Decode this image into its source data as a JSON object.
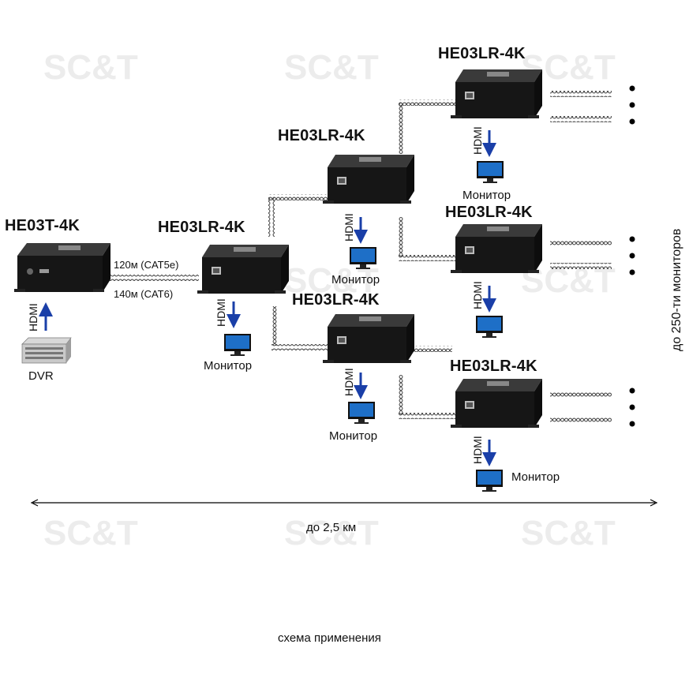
{
  "transmitter": {
    "title": "HE03T-4K"
  },
  "receivers": [
    {
      "title": "HE03LR-4K"
    },
    {
      "title": "HE03LR-4K"
    },
    {
      "title": "HE03LR-4K"
    },
    {
      "title": "HE03LR-4K"
    },
    {
      "title": "HE03LR-4K"
    },
    {
      "title": "HE03LR-4K"
    }
  ],
  "source": {
    "label": "DVR"
  },
  "hdmi_label": "HDMI",
  "monitor_label": "Монитор",
  "cable": {
    "cat5e": "120м (CAT5e)",
    "cat6": "140м (CAT6)"
  },
  "side_note": "до 250-ти мониторов",
  "distance": "до 2,5 км",
  "caption": "схема применения",
  "watermark": "SC&T",
  "colors": {
    "arrow": "#1a3fa8",
    "device": "#1c1c1c",
    "cable": "#333333",
    "watermark": "#ececec"
  }
}
